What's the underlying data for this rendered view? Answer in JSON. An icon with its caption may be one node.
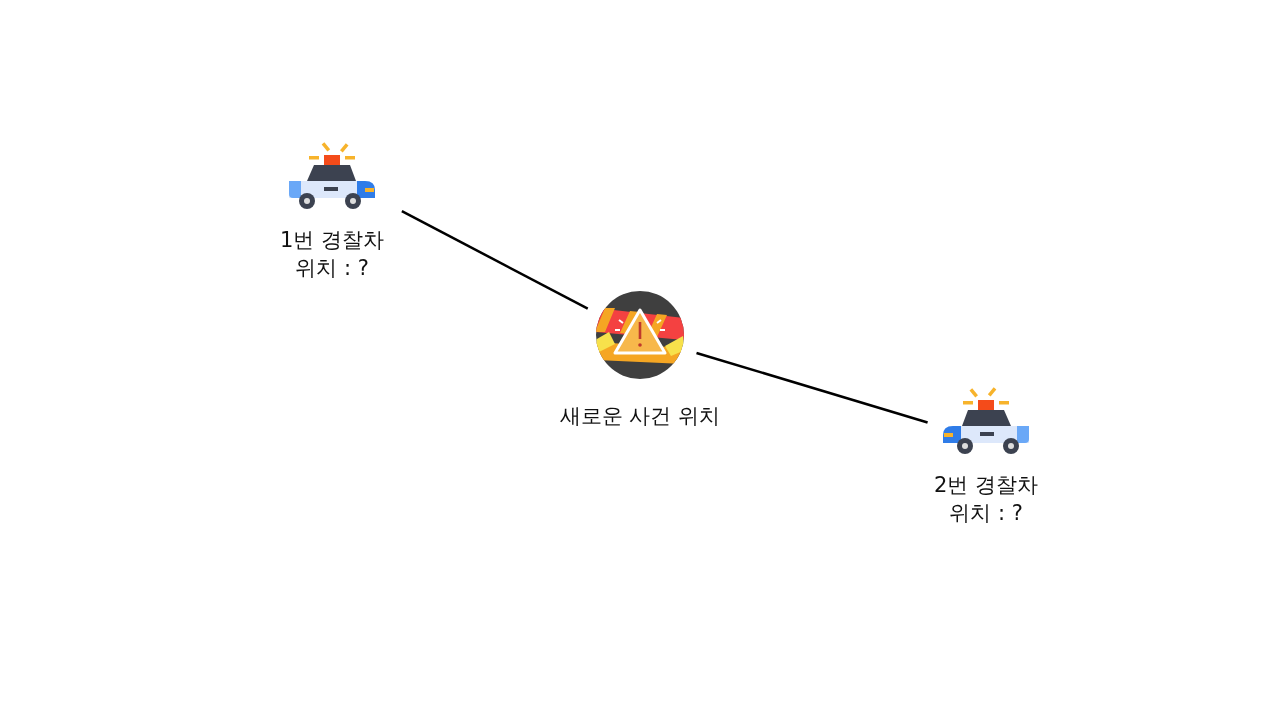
{
  "diagram": {
    "nodes": [
      {
        "text": [
          "1번 경찰차 위치 : ?"
        ]
      },
      {
        "text": [
          "새로운 사건 위치"
        ]
      },
      {
        "text": [
          "2번 경찰차 위치 : ?"
        ]
      }
    ],
    "edges": [
      {
        "from": 0,
        "to": 1,
        "arrow": "none"
      },
      {
        "from": 1,
        "to": 2,
        "arrow": "none"
      }
    ]
  }
}
